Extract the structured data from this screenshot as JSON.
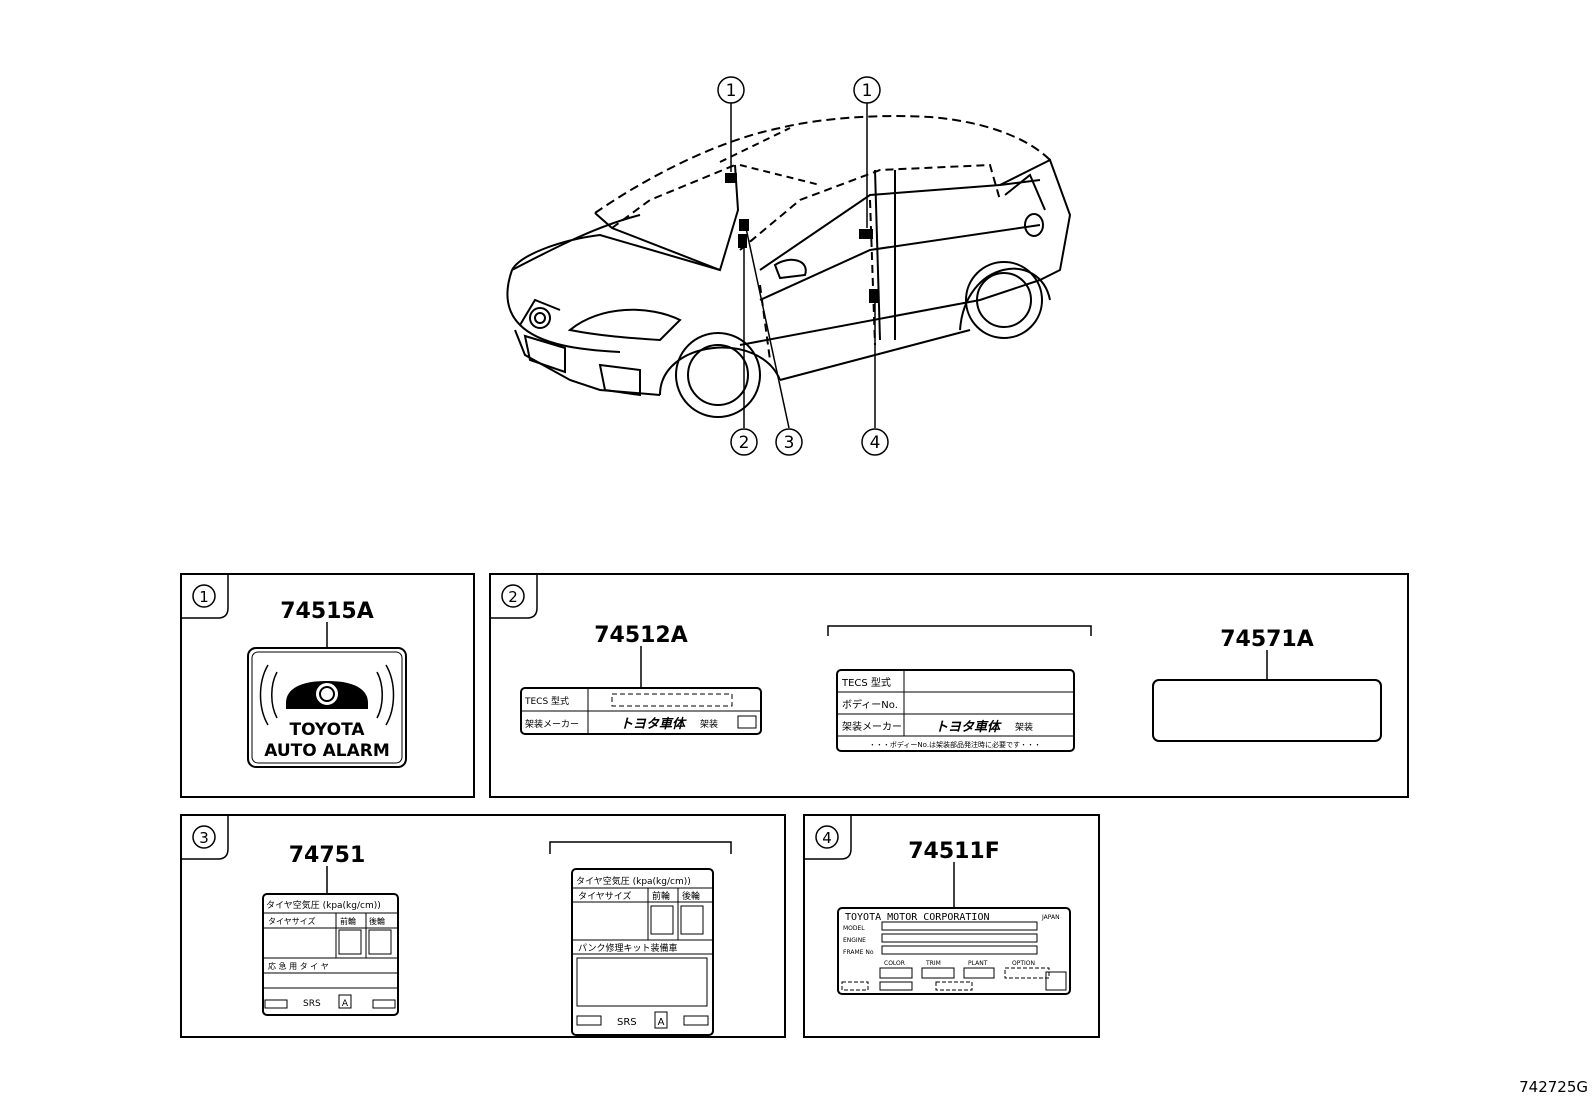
{
  "callouts": [
    "1",
    "1",
    "2",
    "3",
    "4"
  ],
  "panels": [
    {
      "index": "1",
      "part": "74515A"
    },
    {
      "index": "2",
      "part": "74512A",
      "part2": "74571A"
    },
    {
      "index": "3",
      "part": "74751"
    },
    {
      "index": "4",
      "part": "74511F"
    }
  ],
  "alarm_label": {
    "line1": "TOYOTA",
    "line2": "AUTO ALARM"
  },
  "tecs_small": {
    "row1": "TECS 型式",
    "row2": "架装メーカー",
    "brand": "トヨタ車体",
    "brand_suffix": "架装"
  },
  "tecs_large": {
    "row1": "TECS 型式",
    "row2": "ボディーNo.",
    "row3": "架装メーカー",
    "brand": "トヨタ車体",
    "brand_suffix": "架装",
    "note": "・・・ボディーNo.は架装部品発注時に必要です・・・"
  },
  "tire_small": {
    "title": "タイヤ空気圧 (kpa(kg/cm))",
    "col0": "タイヤサイズ",
    "col1": "前輪",
    "col2": "後輪",
    "row_spare": "応 急 用 タ イ ヤ",
    "srs": "SRS",
    "srs_box": "A"
  },
  "tire_large": {
    "title": "タイヤ空気圧 (kpa(kg/cm))",
    "col0": "タイヤサイズ",
    "col1": "前輪",
    "col2": "後輪",
    "row_kit": "パンク修理キット装備車",
    "srs": "SRS",
    "srs_box": "A"
  },
  "plate": {
    "maker": "TOYOTA MOTOR CORPORATION",
    "country": "JAPAN",
    "r1": "MODEL",
    "r2": "ENGINE",
    "r3": "FRAME No",
    "c1": "COLOR",
    "c2": "TRIM",
    "c3": "PLANT",
    "c4": "OPTION"
  },
  "figure_id": "742725G"
}
